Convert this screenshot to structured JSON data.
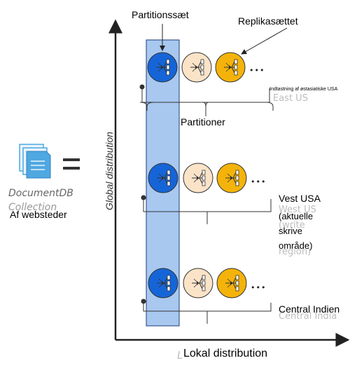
{
  "labels": {
    "partition_set": "Partitionssæt",
    "replica_set": "Replikasættet",
    "partitions": "Partitioner",
    "global_distribution": "Global distribution",
    "local_distribution": "Lokal distribution",
    "collection_line1": "DocumentDB",
    "collection_line2": "Collection",
    "collection_translation": "Af websteder",
    "region_east": "Indtastning af østasiatiske USA",
    "region_east_ghost": "East US",
    "region_west_l1": "Vest USA",
    "region_west_l2": "(aktuelle",
    "region_west_l3": "skrive",
    "region_west_l4": "område)",
    "region_west_ghost1": "West US",
    "region_west_ghost2": "(write",
    "region_west_ghost3": "region)",
    "region_central": "Central Indien",
    "region_central_ghost": "Central India",
    "ellipsis": "•••"
  },
  "colors": {
    "primary_replica": "#1565d8",
    "secondary_replica": "#fbe3c8",
    "tertiary_replica": "#f4b30a",
    "partition_band": "#a8c8f0",
    "axis": "#222222",
    "doc_icon": "#4fa8e0"
  },
  "icons": {
    "collection": "stacked-documents-icon",
    "replica": "replica-node-icon"
  }
}
